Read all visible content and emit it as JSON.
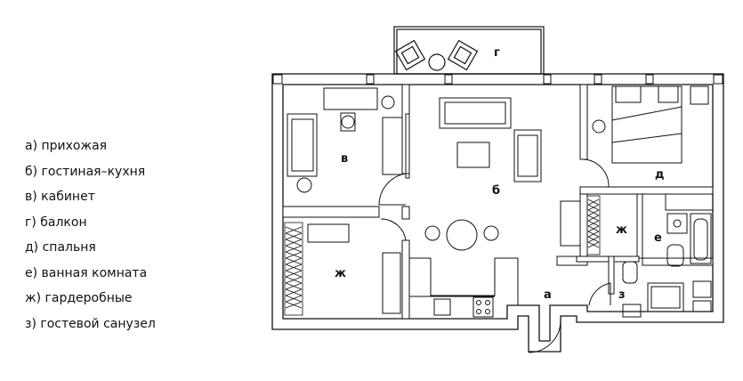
{
  "legend": {
    "a": "а)  прихожая",
    "b": "б)  гостиная–кухня",
    "v": "в)  кабинет",
    "g": "г)  балкон",
    "d": "д)  спальня",
    "e": "е)  ванная комната",
    "zh": "ж)  гардеробные",
    "z": "з)  гостевой санузел"
  },
  "rooms": {
    "a": "а",
    "b": "б",
    "v": "в",
    "g": "г",
    "d": "д",
    "e": "е",
    "zh1": "ж",
    "zh2": "ж",
    "z": "з"
  },
  "colors": {
    "wall": "#111111",
    "fill": "#ffffff",
    "window": "#e6e6e6"
  }
}
